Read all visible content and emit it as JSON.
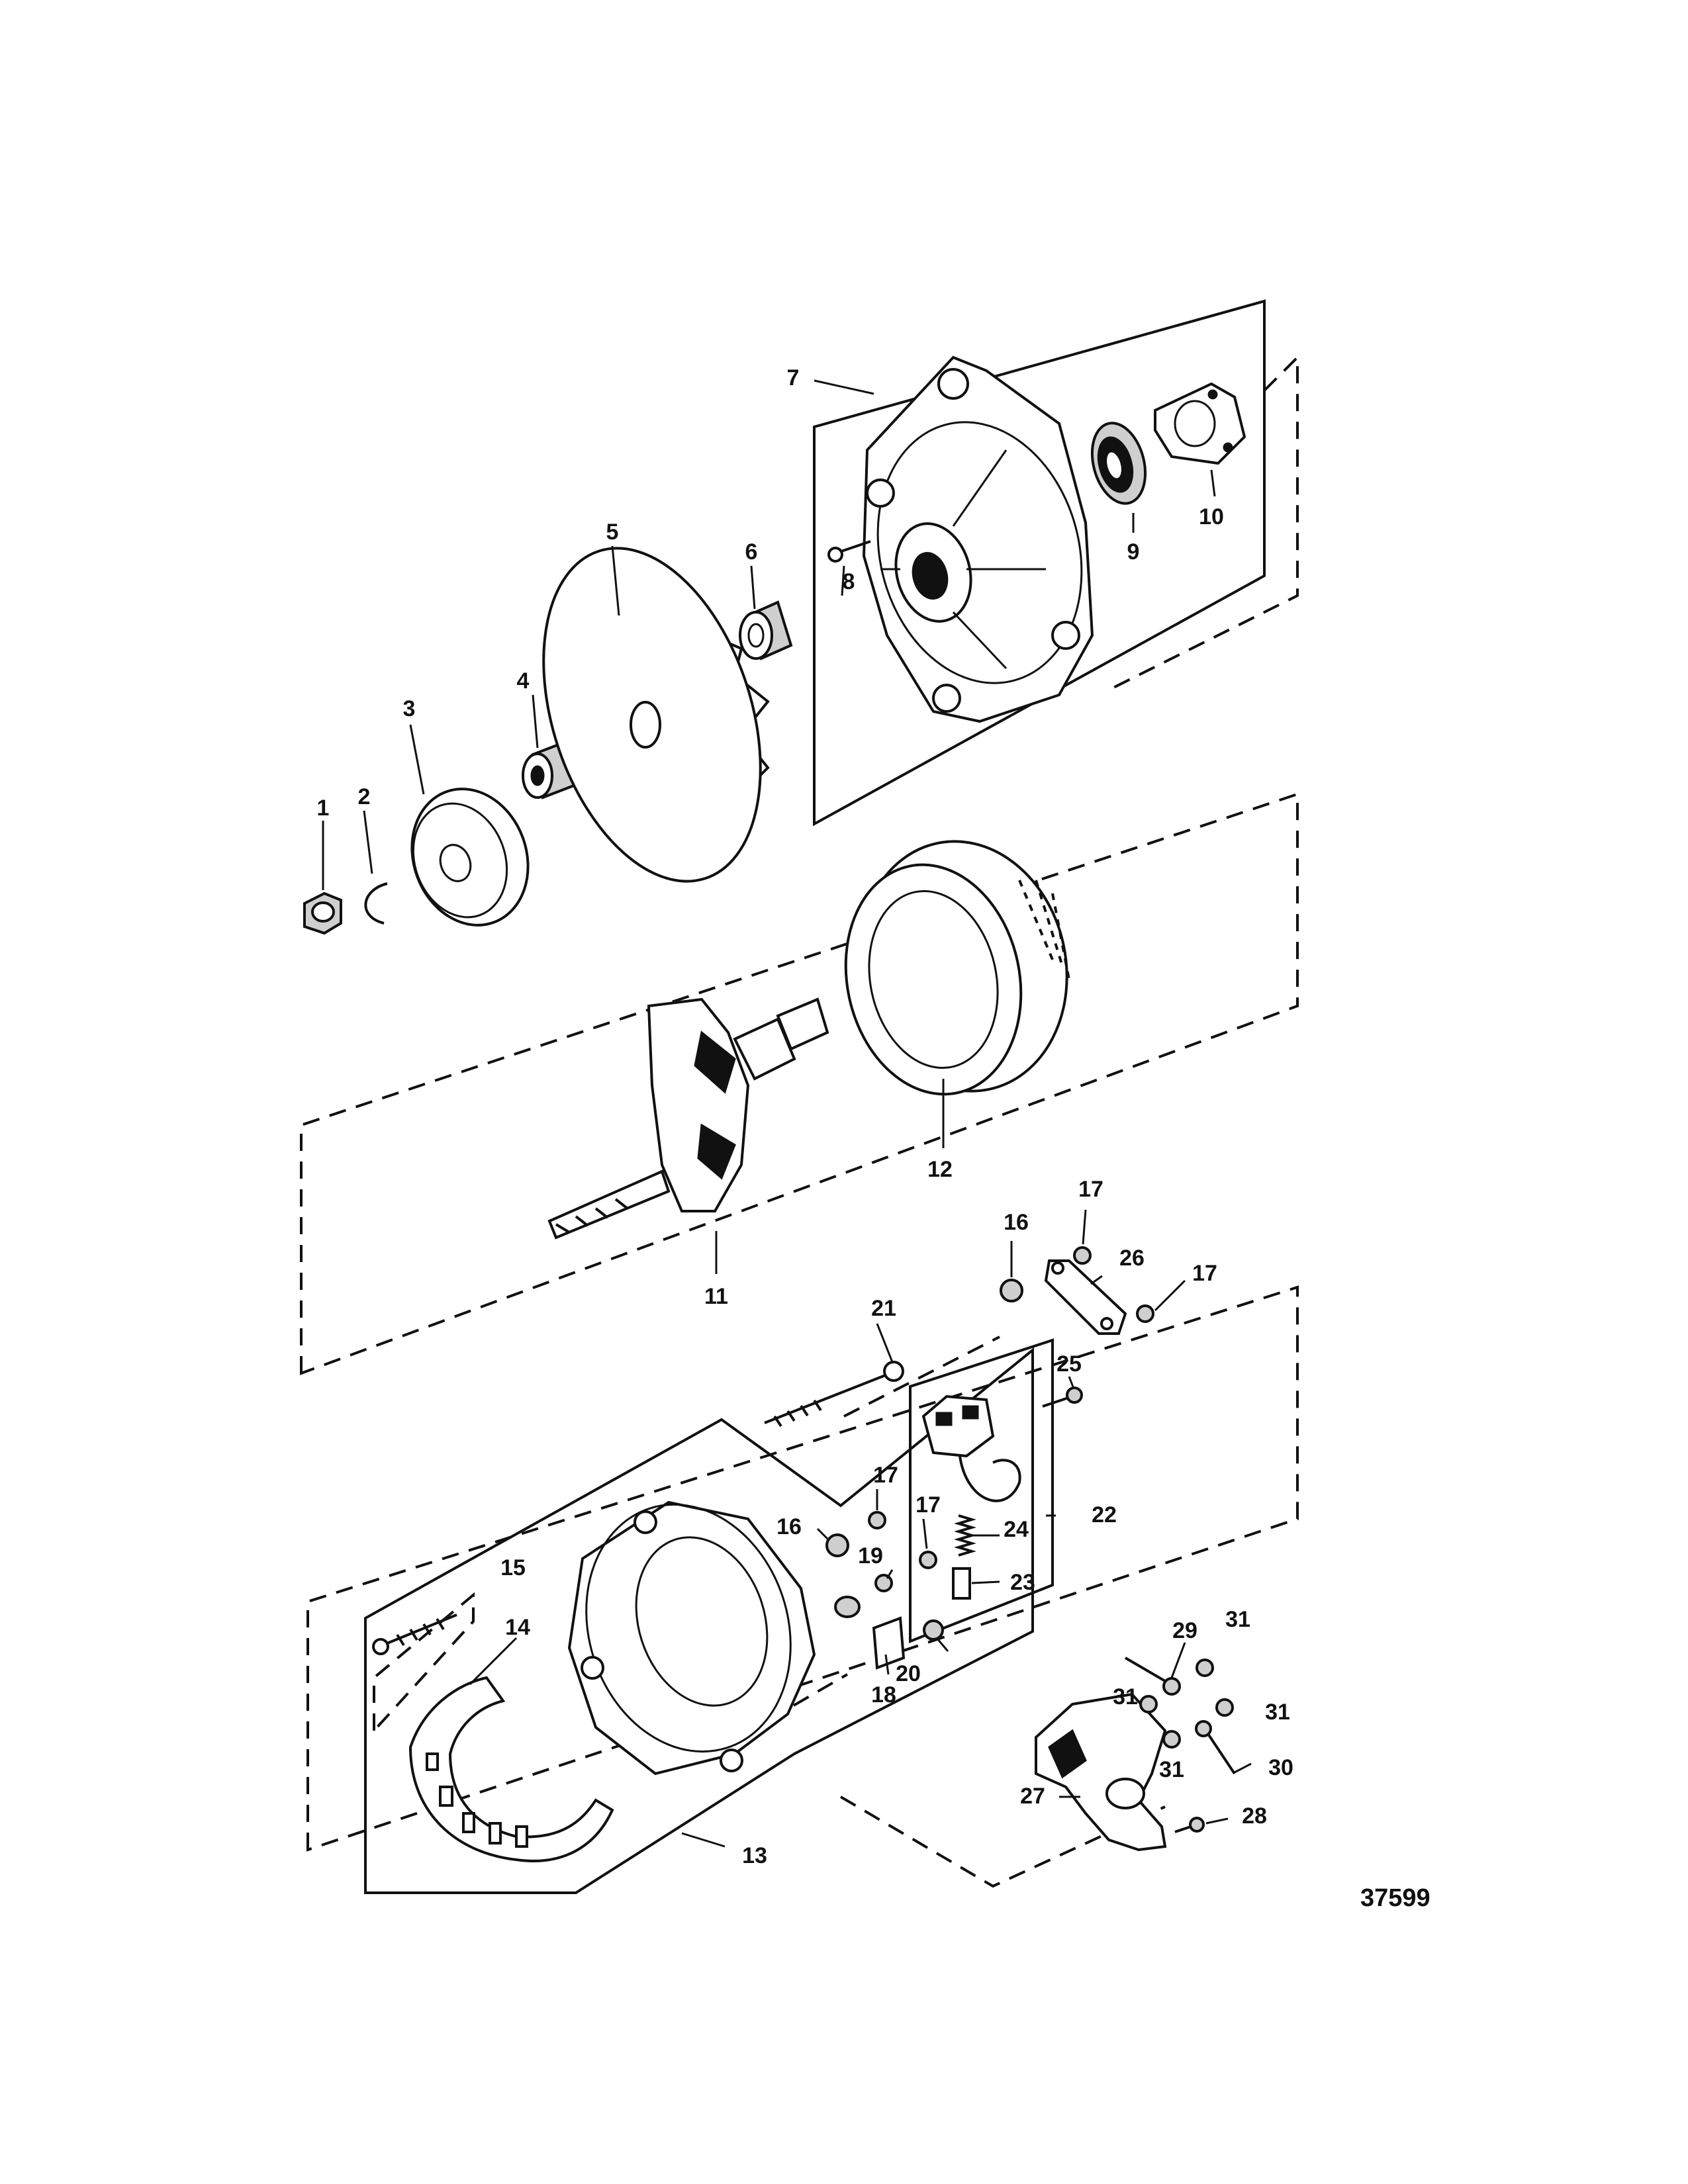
{
  "figure_number": "37599",
  "callouts": [
    {
      "id": "c1",
      "text": "1"
    },
    {
      "id": "c2",
      "text": "2"
    },
    {
      "id": "c3",
      "text": "3"
    },
    {
      "id": "c4",
      "text": "4"
    },
    {
      "id": "c5",
      "text": "5"
    },
    {
      "id": "c6",
      "text": "6"
    },
    {
      "id": "c7",
      "text": "7"
    },
    {
      "id": "c8",
      "text": "8"
    },
    {
      "id": "c9",
      "text": "9"
    },
    {
      "id": "c10",
      "text": "10"
    },
    {
      "id": "c11",
      "text": "11"
    },
    {
      "id": "c12",
      "text": "12"
    },
    {
      "id": "c13",
      "text": "13"
    },
    {
      "id": "c14",
      "text": "14"
    },
    {
      "id": "c15",
      "text": "15"
    },
    {
      "id": "c16a",
      "text": "16"
    },
    {
      "id": "c16b",
      "text": "16"
    },
    {
      "id": "c17a",
      "text": "17"
    },
    {
      "id": "c17b",
      "text": "17"
    },
    {
      "id": "c17c",
      "text": "17"
    },
    {
      "id": "c17d",
      "text": "17"
    },
    {
      "id": "c18",
      "text": "18"
    },
    {
      "id": "c19",
      "text": "19"
    },
    {
      "id": "c20",
      "text": "20"
    },
    {
      "id": "c21",
      "text": "21"
    },
    {
      "id": "c22",
      "text": "22"
    },
    {
      "id": "c23",
      "text": "23"
    },
    {
      "id": "c24",
      "text": "24"
    },
    {
      "id": "c25",
      "text": "25"
    },
    {
      "id": "c26",
      "text": "26"
    },
    {
      "id": "c27",
      "text": "27"
    },
    {
      "id": "c28",
      "text": "28"
    },
    {
      "id": "c29",
      "text": "29"
    },
    {
      "id": "c30",
      "text": "30"
    },
    {
      "id": "c31a",
      "text": "31"
    },
    {
      "id": "c31b",
      "text": "31"
    },
    {
      "id": "c31c",
      "text": "31"
    },
    {
      "id": "c31d",
      "text": "31"
    }
  ]
}
